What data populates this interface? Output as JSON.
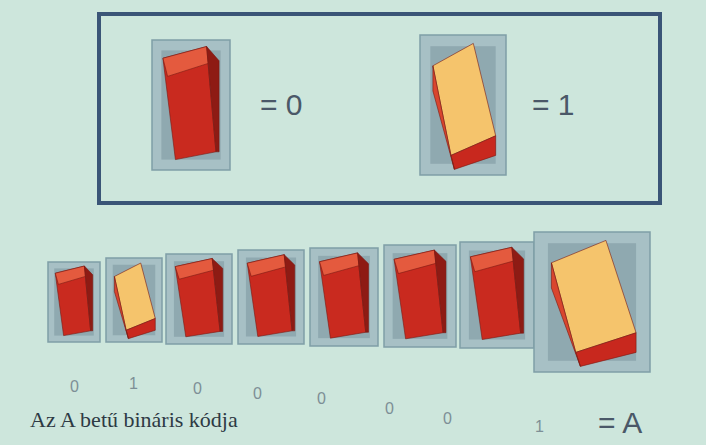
{
  "diagram": {
    "caption": "Az A betű bináris kódja",
    "nodes": [
      {
        "text": [
          "= 0",
          "= 1"
        ]
      }
    ],
    "labels": [
      "0",
      "1",
      "0",
      "0",
      "0",
      "0",
      "0",
      "1",
      "= A"
    ]
  }
}
